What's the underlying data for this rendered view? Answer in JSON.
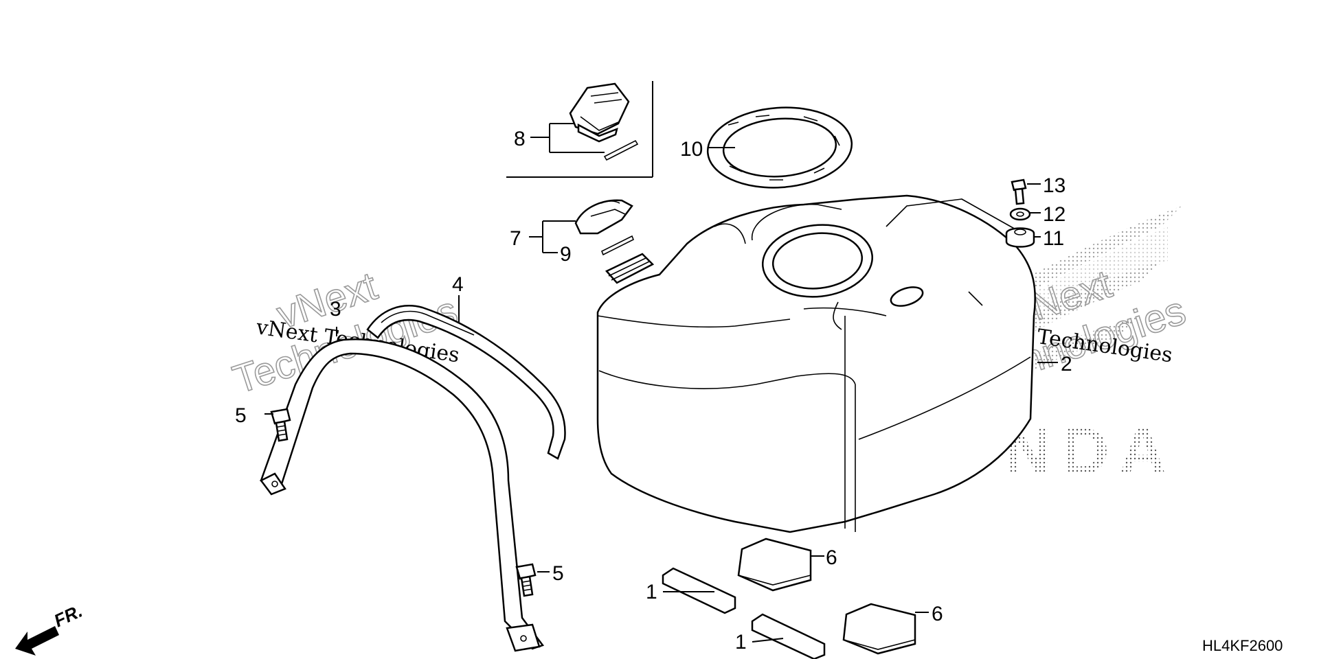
{
  "diagram_code": "HL4KF2600",
  "front_marker": "FR.",
  "watermarks": {
    "left_outline_top": "vNext",
    "left_outline_bottom": "Technologies",
    "left_text": "vNext Technologies",
    "right_outline_top": "vNext",
    "right_outline_bottom": "Technologies",
    "right_text": "vNext Technologies",
    "brand": "HONDA"
  },
  "callouts": {
    "c1a": "1",
    "c1b": "1",
    "c2": "2",
    "c3": "3",
    "c4": "4",
    "c5a": "5",
    "c5b": "5",
    "c6a": "6",
    "c6b": "6",
    "c7": "7",
    "c8": "8",
    "c9": "9",
    "c10": "10",
    "c11": "11",
    "c12": "12",
    "c13": "13"
  },
  "colors": {
    "line": "#000000",
    "background": "#ffffff",
    "watermark": "#999999"
  }
}
